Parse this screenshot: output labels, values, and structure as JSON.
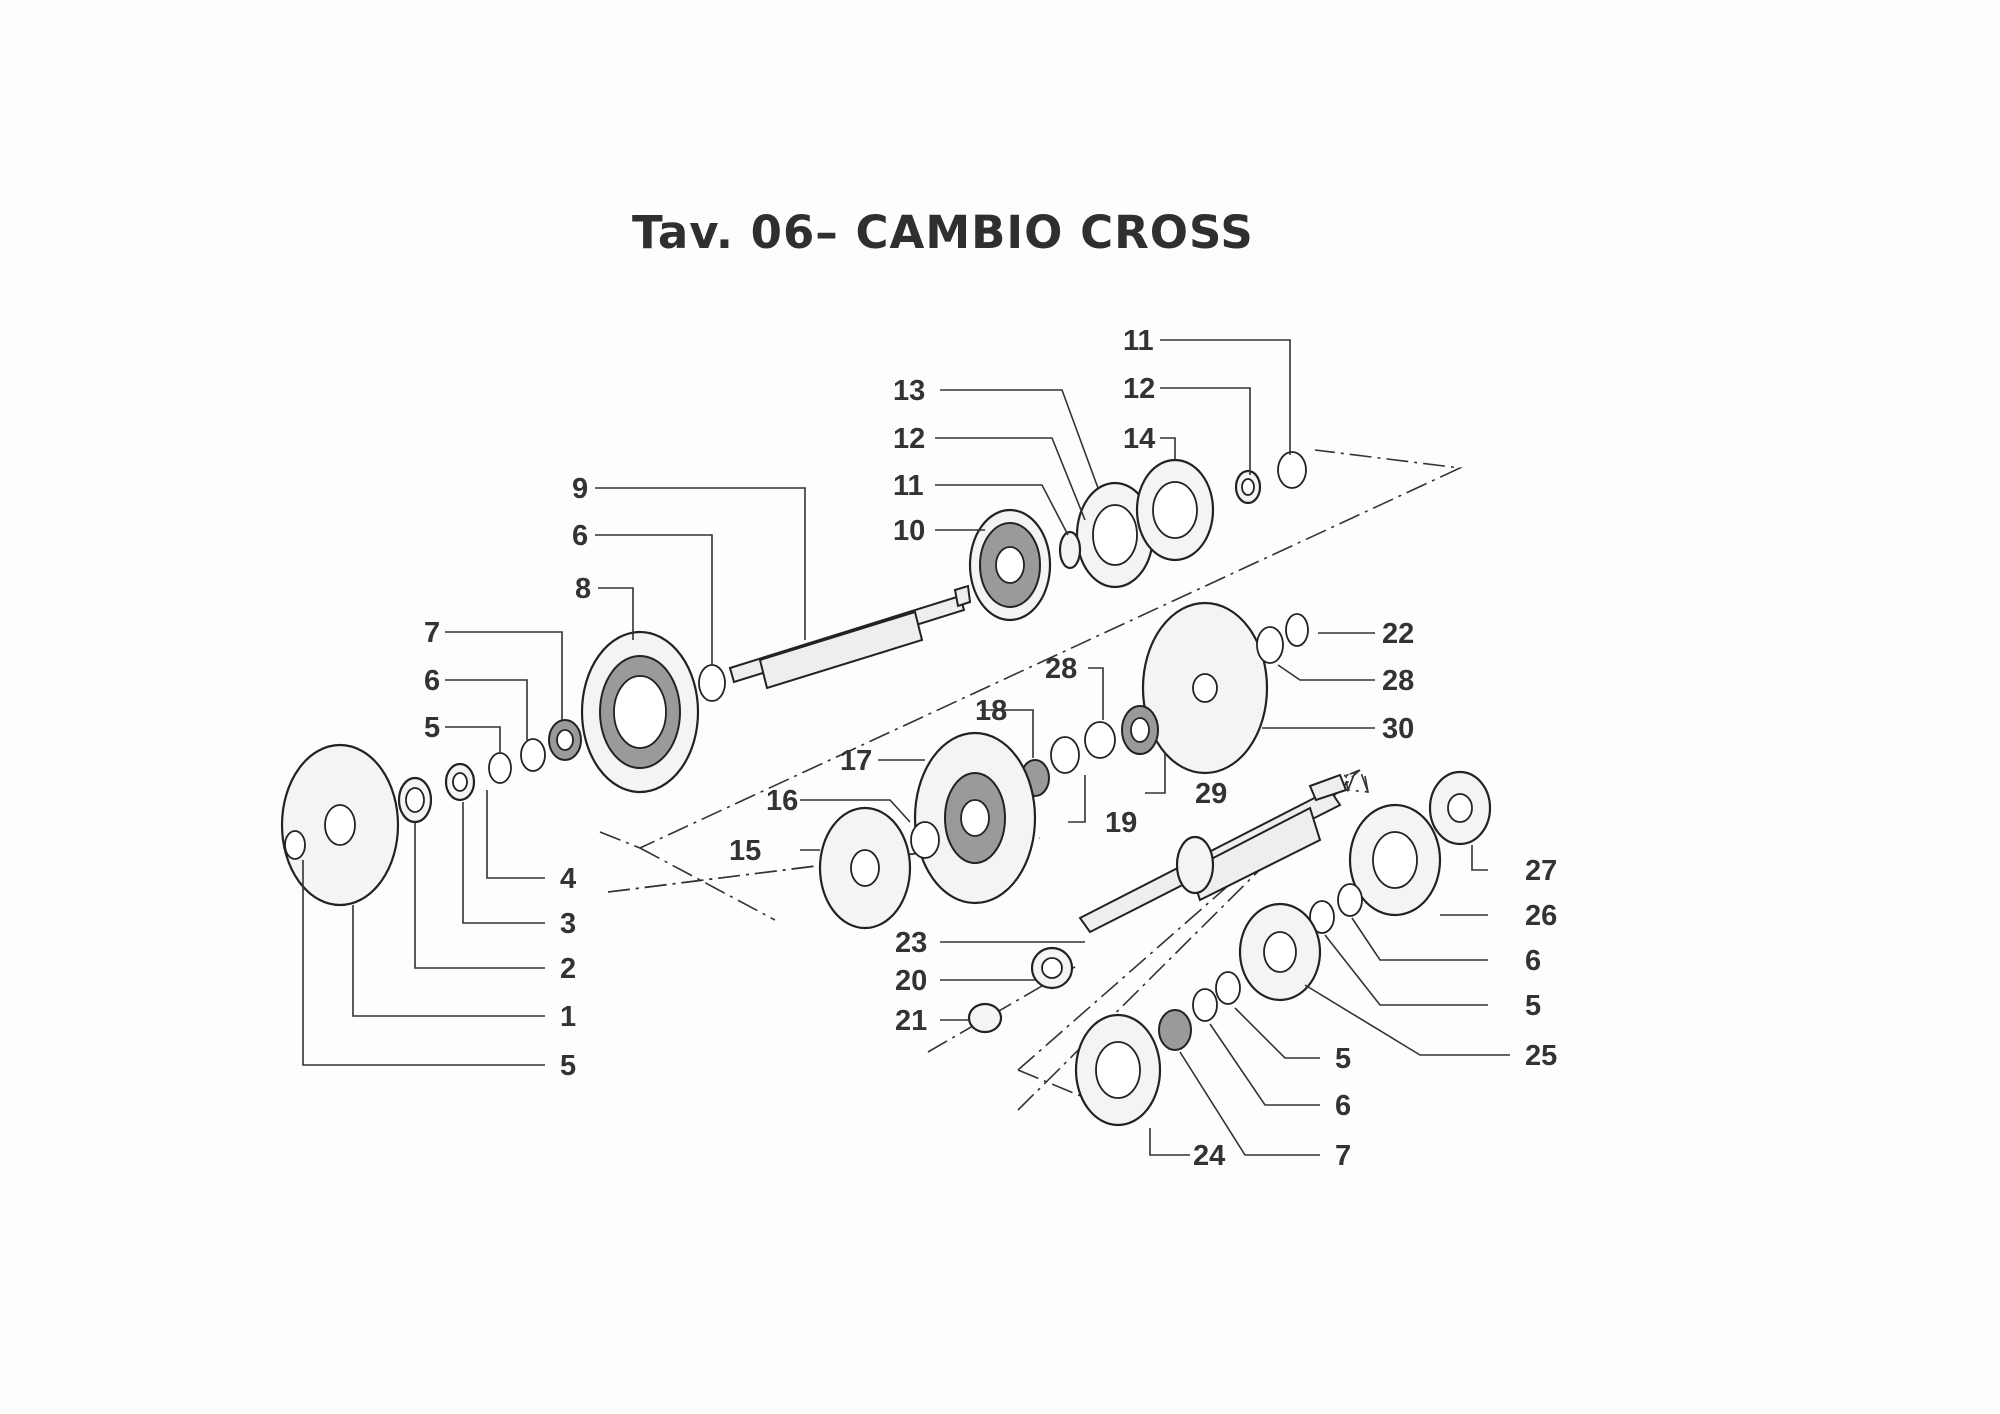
{
  "title": "Tav. 06– CAMBIO CROSS",
  "callouts": [
    {
      "id": "c-11-top",
      "text": "11"
    },
    {
      "id": "c-13",
      "text": "13"
    },
    {
      "id": "c-12-top",
      "text": "12"
    },
    {
      "id": "c-12-mid",
      "text": "12"
    },
    {
      "id": "c-14",
      "text": "14"
    },
    {
      "id": "c-11-mid",
      "text": "11"
    },
    {
      "id": "c-10",
      "text": "10"
    },
    {
      "id": "c-9",
      "text": "9"
    },
    {
      "id": "c-6-upper",
      "text": "6"
    },
    {
      "id": "c-8",
      "text": "8"
    },
    {
      "id": "c-7-left",
      "text": "7"
    },
    {
      "id": "c-6-left",
      "text": "6"
    },
    {
      "id": "c-5-left",
      "text": "5"
    },
    {
      "id": "c-4",
      "text": "4"
    },
    {
      "id": "c-3",
      "text": "3"
    },
    {
      "id": "c-2",
      "text": "2"
    },
    {
      "id": "c-1",
      "text": "1"
    },
    {
      "id": "c-5-bottom",
      "text": "5"
    },
    {
      "id": "c-22",
      "text": "22"
    },
    {
      "id": "c-28-right",
      "text": "28"
    },
    {
      "id": "c-30",
      "text": "30"
    },
    {
      "id": "c-28-mid",
      "text": "28"
    },
    {
      "id": "c-18",
      "text": "18"
    },
    {
      "id": "c-17",
      "text": "17"
    },
    {
      "id": "c-29",
      "text": "29"
    },
    {
      "id": "c-19",
      "text": "19"
    },
    {
      "id": "c-16",
      "text": "16"
    },
    {
      "id": "c-15",
      "text": "15"
    },
    {
      "id": "c-27",
      "text": "27"
    },
    {
      "id": "c-26",
      "text": "26"
    },
    {
      "id": "c-6-right",
      "text": "6"
    },
    {
      "id": "c-5-right",
      "text": "5"
    },
    {
      "id": "c-25",
      "text": "25"
    },
    {
      "id": "c-23",
      "text": "23"
    },
    {
      "id": "c-20",
      "text": "20"
    },
    {
      "id": "c-21",
      "text": "21"
    },
    {
      "id": "c-5-lower",
      "text": "5"
    },
    {
      "id": "c-6-lower",
      "text": "6"
    },
    {
      "id": "c-7-lower",
      "text": "7"
    },
    {
      "id": "c-24",
      "text": "24"
    }
  ]
}
